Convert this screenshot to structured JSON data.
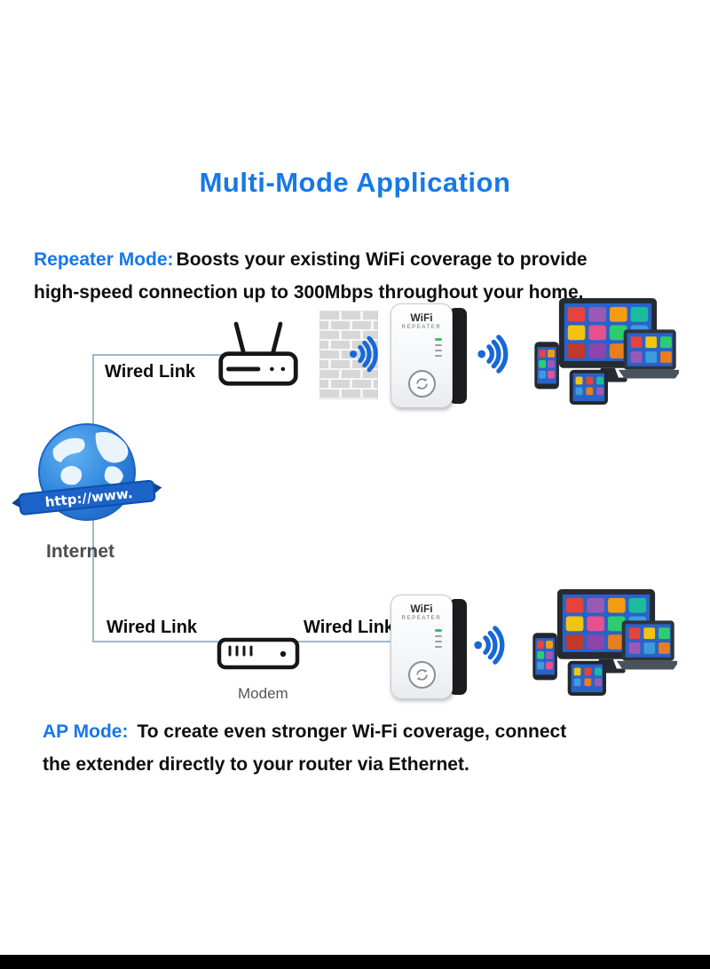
{
  "title": "Multi-Mode Application",
  "repeater_mode": {
    "label": "Repeater Mode:",
    "line1": "Boosts your existing WiFi coverage to provide",
    "line2": "high-speed connection up to 300Mbps throughout your home."
  },
  "ap_mode": {
    "label": "AP Mode:",
    "line1": "To create even stronger Wi-Fi coverage, connect",
    "line2": "the extender directly to your router via Ethernet."
  },
  "diagram": {
    "wired_link_top": "Wired Link",
    "wired_link_bottom_left": "Wired Link",
    "wired_link_bottom_right": "Wired Link",
    "internet_label": "Internet",
    "globe_banner": "http://www.",
    "modem_label": "Modem",
    "repeater_device": {
      "brand": "WiFi",
      "model": "REPEATER"
    }
  },
  "icons": {
    "router-icon": "line-art dual-antenna wifi router",
    "brick-wall-icon": "gray brick wall",
    "wifi-signal-icon": "blue wifi signal arcs",
    "globe-icon": "blue earth globe with url ribbon",
    "modem-icon": "line-art modem box",
    "devices-icon": "monitor phone tablet laptop cluster",
    "wps-icon": "circular wps arrows button"
  },
  "colors": {
    "title_blue": "#1778e8",
    "label_blue": "#1778e8",
    "wifi_blue": "#1668d6",
    "connector": "#9db8cc",
    "text_dark": "#0f0f0f",
    "muted_gray": "#555555"
  }
}
